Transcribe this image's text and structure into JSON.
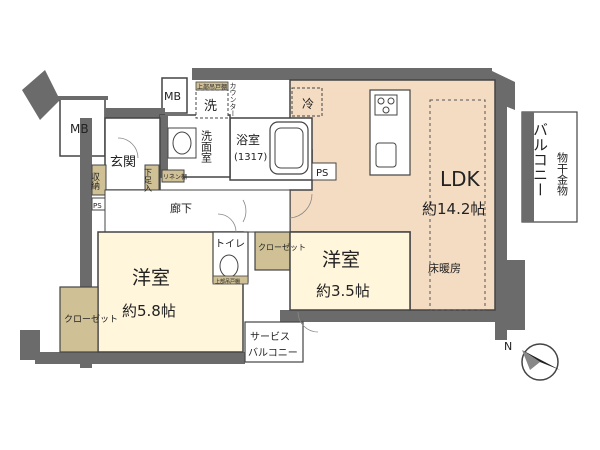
{
  "rooms": {
    "ldk": {
      "name": "LDK",
      "area": "約14.2帖"
    },
    "floor_heating": "床暖房",
    "western_room_1": {
      "name": "洋室",
      "area": "約5.8帖"
    },
    "western_room_2": {
      "name": "洋室",
      "area": "約3.5帖"
    },
    "bathroom": {
      "name": "浴室",
      "size": "(1317)"
    },
    "washroom": "洗面室",
    "entrance": "玄関",
    "hallway": "廊下",
    "toilet": "トイレ"
  },
  "storage": {
    "mb_left": "MB",
    "mb_top": "MB",
    "shoe_storage": "収納",
    "getabako": "下足入",
    "linen": "リネン棚",
    "closet_small": "クローゼット",
    "closet_left": "クローゼット",
    "upper_cabinet": "上部吊戸棚",
    "counter": "カウンター",
    "toilet_shelf": "上部吊戸棚"
  },
  "labels": {
    "washer": "洗",
    "fridge": "冷",
    "ps_1": "PS",
    "ps_2": "PS",
    "balcony": "バルコニー",
    "laundry_hanger": "物干金物",
    "service_balcony_1": "サービス",
    "service_balcony_2": "バルコニー"
  },
  "compass": {
    "north": "N"
  },
  "colors": {
    "wall": "#6b6b6b",
    "ldk_floor": "#f4dcc3",
    "room_floor": "#fff6dc",
    "storage": "#cfc095",
    "outline": "#444444"
  }
}
